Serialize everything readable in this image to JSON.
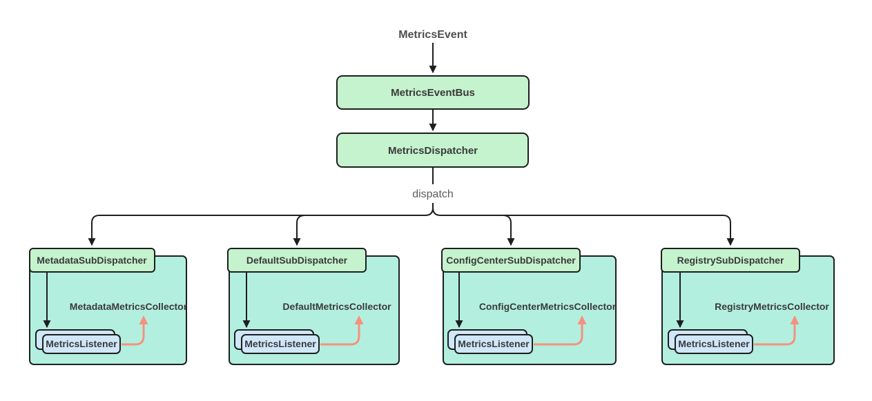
{
  "diagram": {
    "event_label": "MetricsEvent",
    "dispatch_label": "dispatch",
    "nodes": {
      "event_bus": "MetricsEventBus",
      "dispatcher": "MetricsDispatcher"
    },
    "groups": [
      {
        "dispatcher": "MetadataSubDispatcher",
        "collector": "MetadataMetricsCollector",
        "listener": "MetricsListener"
      },
      {
        "dispatcher": "DefaultSubDispatcher",
        "collector": "DefaultMetricsCollector",
        "listener": "MetricsListener"
      },
      {
        "dispatcher": "ConfigCenterSubDispatcher",
        "collector": "ConfigCenterMetricsCollector",
        "listener": "MetricsListener"
      },
      {
        "dispatcher": "RegistrySubDispatcher",
        "collector": "RegistryMetricsCollector",
        "listener": "MetricsListener"
      }
    ],
    "colors": {
      "node_green": "#c4f3cd",
      "container_teal": "#b3efdf",
      "listener_blue": "#cfe7f9",
      "border": "#1e1e1e",
      "arrow_salmon": "#f5917e"
    }
  }
}
